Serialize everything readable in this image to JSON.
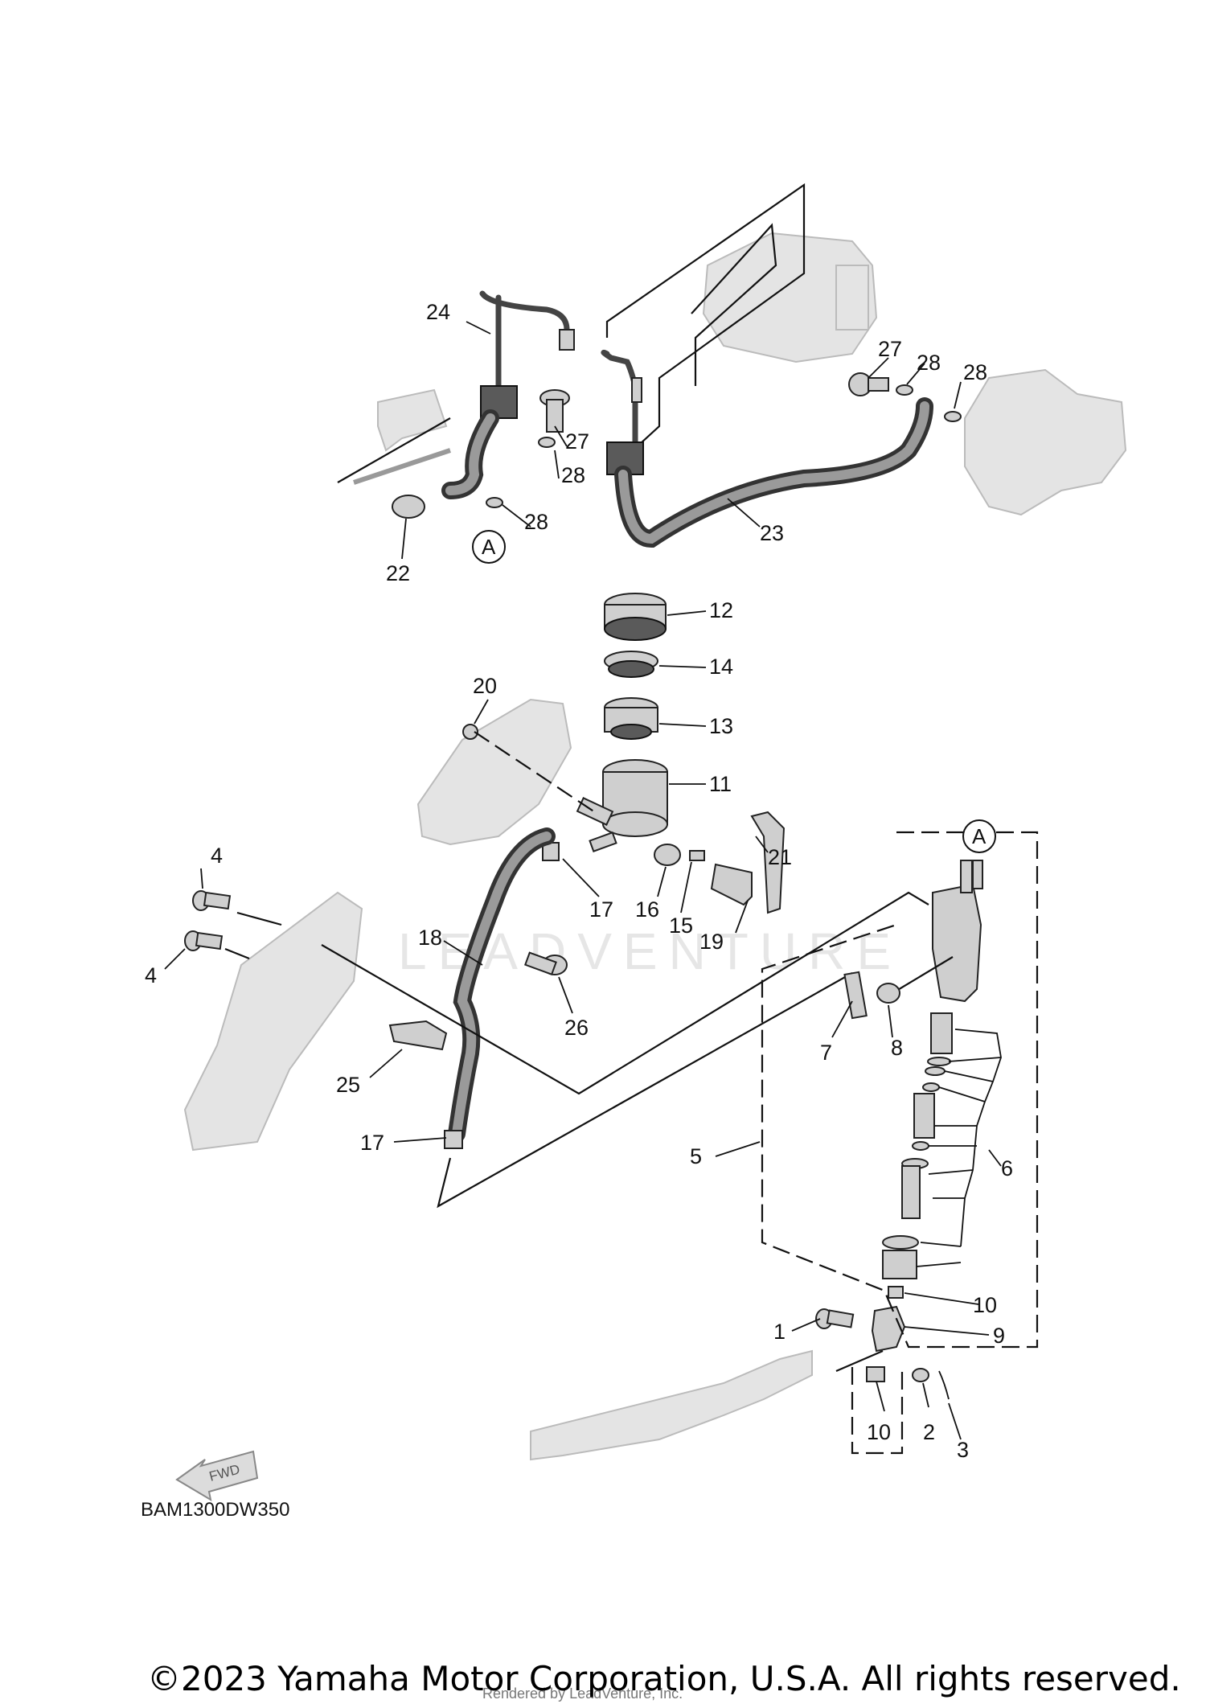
{
  "callouts": {
    "c1": "1",
    "c2": "2",
    "c3": "3",
    "c4a": "4",
    "c4b": "4",
    "c5": "5",
    "c6": "6",
    "c7": "7",
    "c8": "8",
    "c9": "9",
    "c10a": "10",
    "c10b": "10",
    "c11": "11",
    "c12": "12",
    "c13": "13",
    "c14": "14",
    "c15": "15",
    "c16": "16",
    "c17a": "17",
    "c17b": "17",
    "c18": "18",
    "c19": "19",
    "c20": "20",
    "c21": "21",
    "c22": "22",
    "c23": "23",
    "c24": "24",
    "c25": "25",
    "c26": "26",
    "c27a": "27",
    "c27b": "27",
    "c28a": "28",
    "c28b": "28",
    "c28c": "28",
    "c28d": "28"
  },
  "refs": {
    "a1": "A",
    "a2": "A"
  },
  "fwd_label": "FWD",
  "diagram_code": "BAM1300DW350",
  "watermark": "LEADVENTURE",
  "rendered_by": "Rendered by LeadVenture, Inc.",
  "copyright": "©2023 Yamaha Motor Corporation, U.S.A. All rights reserved."
}
